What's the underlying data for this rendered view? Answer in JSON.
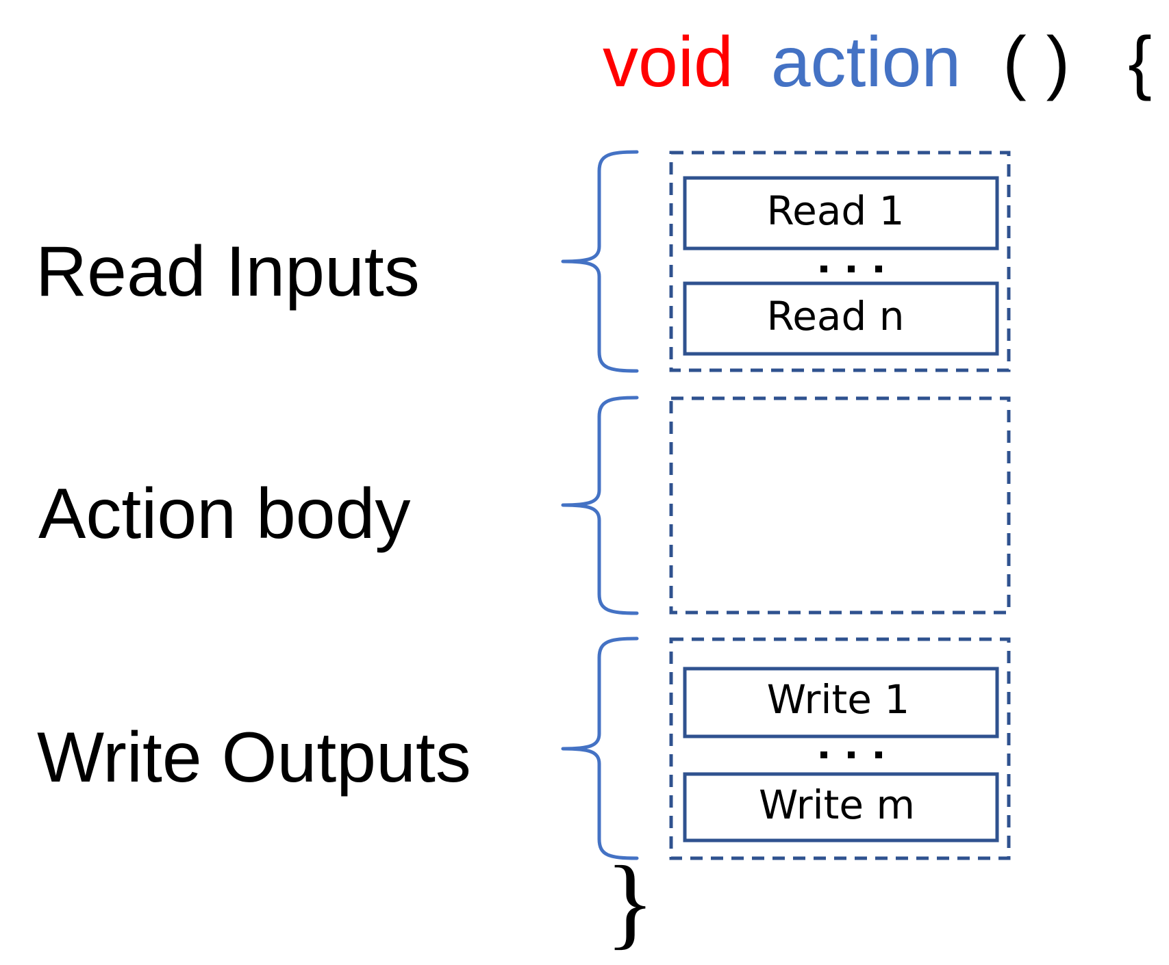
{
  "signature": {
    "keyword": "void",
    "name": "action",
    "parens": "( )",
    "open_brace": "{",
    "close_brace": "}"
  },
  "sections": [
    {
      "label": "Read Inputs",
      "items": [
        "Read 1",
        "Read n"
      ],
      "ellipsis": "..."
    },
    {
      "label": "Action body",
      "items": [],
      "ellipsis": ""
    },
    {
      "label": "Write Outputs",
      "items": [
        "Write 1",
        "Write m"
      ],
      "ellipsis": "..."
    }
  ],
  "colors": {
    "keyword": "#FF0000",
    "name": "#4472C4",
    "brace": "#4472C4",
    "box_border": "#2F528F",
    "text": "#000000"
  }
}
